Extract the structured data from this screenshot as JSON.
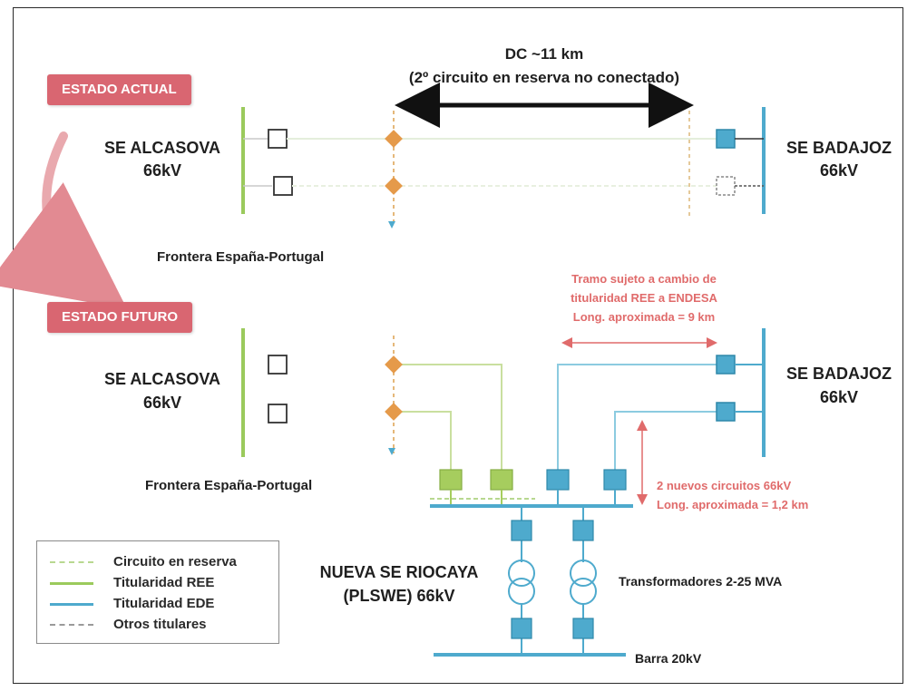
{
  "colors": {
    "ree": "#9bca5c",
    "ede": "#4eaacd",
    "border_node": "#e59a4a",
    "badge": "#d96671",
    "reserve": "#b8d890",
    "red_text": "#e06b6b",
    "dark": "#1f1f1f"
  },
  "header": {
    "dc_line1": "DC ~11 km",
    "dc_line2": "(2º circuito en reserva no conectado)"
  },
  "current": {
    "badge": "ESTADO ACTUAL",
    "left_station_name": "SE ALCASOVA",
    "left_station_voltage": "66kV",
    "right_station_name": "SE BADAJOZ",
    "right_station_voltage": "66kV",
    "border_label": "Frontera España-Portugal"
  },
  "future": {
    "badge": "ESTADO FUTURO",
    "left_station_name": "SE ALCASOVA",
    "left_station_voltage": "66kV",
    "right_station_name": "SE BADAJOZ",
    "right_station_voltage": "66kV",
    "border_label": "Frontera España-Portugal",
    "tramo_line1": "Tramo sujeto a cambio de",
    "tramo_line2": "titularidad REE a ENDESA",
    "tramo_line3": "Long. aproximada = 9 km",
    "new_circuits_line1": "2 nuevos circuitos 66kV",
    "new_circuits_line2": "Long. aproximada = 1,2 km",
    "riocaya_line1": "NUEVA SE RIOCAYA",
    "riocaya_line2": "(PLSWE) 66kV",
    "transformers_label": "Transformadores 2-25 MVA",
    "bar20_label": "Barra 20kV"
  },
  "legend": {
    "items": [
      {
        "label": "Circuito en reserva",
        "color": "#b8d890",
        "style": "dashed"
      },
      {
        "label": "Titularidad REE",
        "color": "#9bca5c",
        "style": "solid"
      },
      {
        "label": "Titularidad EDE",
        "color": "#4eaacd",
        "style": "solid"
      },
      {
        "label": "Otros titulares",
        "color": "#9a9a9a",
        "style": "dashed"
      }
    ]
  }
}
